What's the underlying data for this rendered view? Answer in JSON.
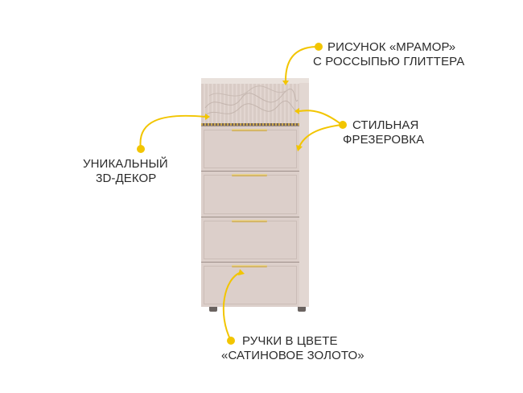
{
  "product": "chest-of-drawers",
  "colors": {
    "accent": "#f2c500",
    "body": "#dccfca",
    "handle": "#d9bb6a",
    "text": "#2b2b2b"
  },
  "callouts": [
    {
      "id": "marble",
      "line1": "РИСУНОК «МРАМОР»",
      "line2": "С РОССЫПЬЮ ГЛИТТЕРА"
    },
    {
      "id": "milling",
      "line1": "СТИЛЬНАЯ",
      "line2": "ФРЕЗЕРОВКА"
    },
    {
      "id": "decor",
      "line1": "УНИКАЛЬНЫЙ",
      "line2": "3D-ДЕКОР"
    },
    {
      "id": "handles",
      "line1": "РУЧКИ В ЦВЕТЕ",
      "line2": "«САТИНОВОЕ ЗОЛОТО»"
    }
  ],
  "drawers": [
    {
      "index": 1,
      "type": "decor"
    },
    {
      "index": 2,
      "type": "plain"
    },
    {
      "index": 3,
      "type": "plain"
    },
    {
      "index": 4,
      "type": "plain"
    },
    {
      "index": 5,
      "type": "plain"
    }
  ]
}
